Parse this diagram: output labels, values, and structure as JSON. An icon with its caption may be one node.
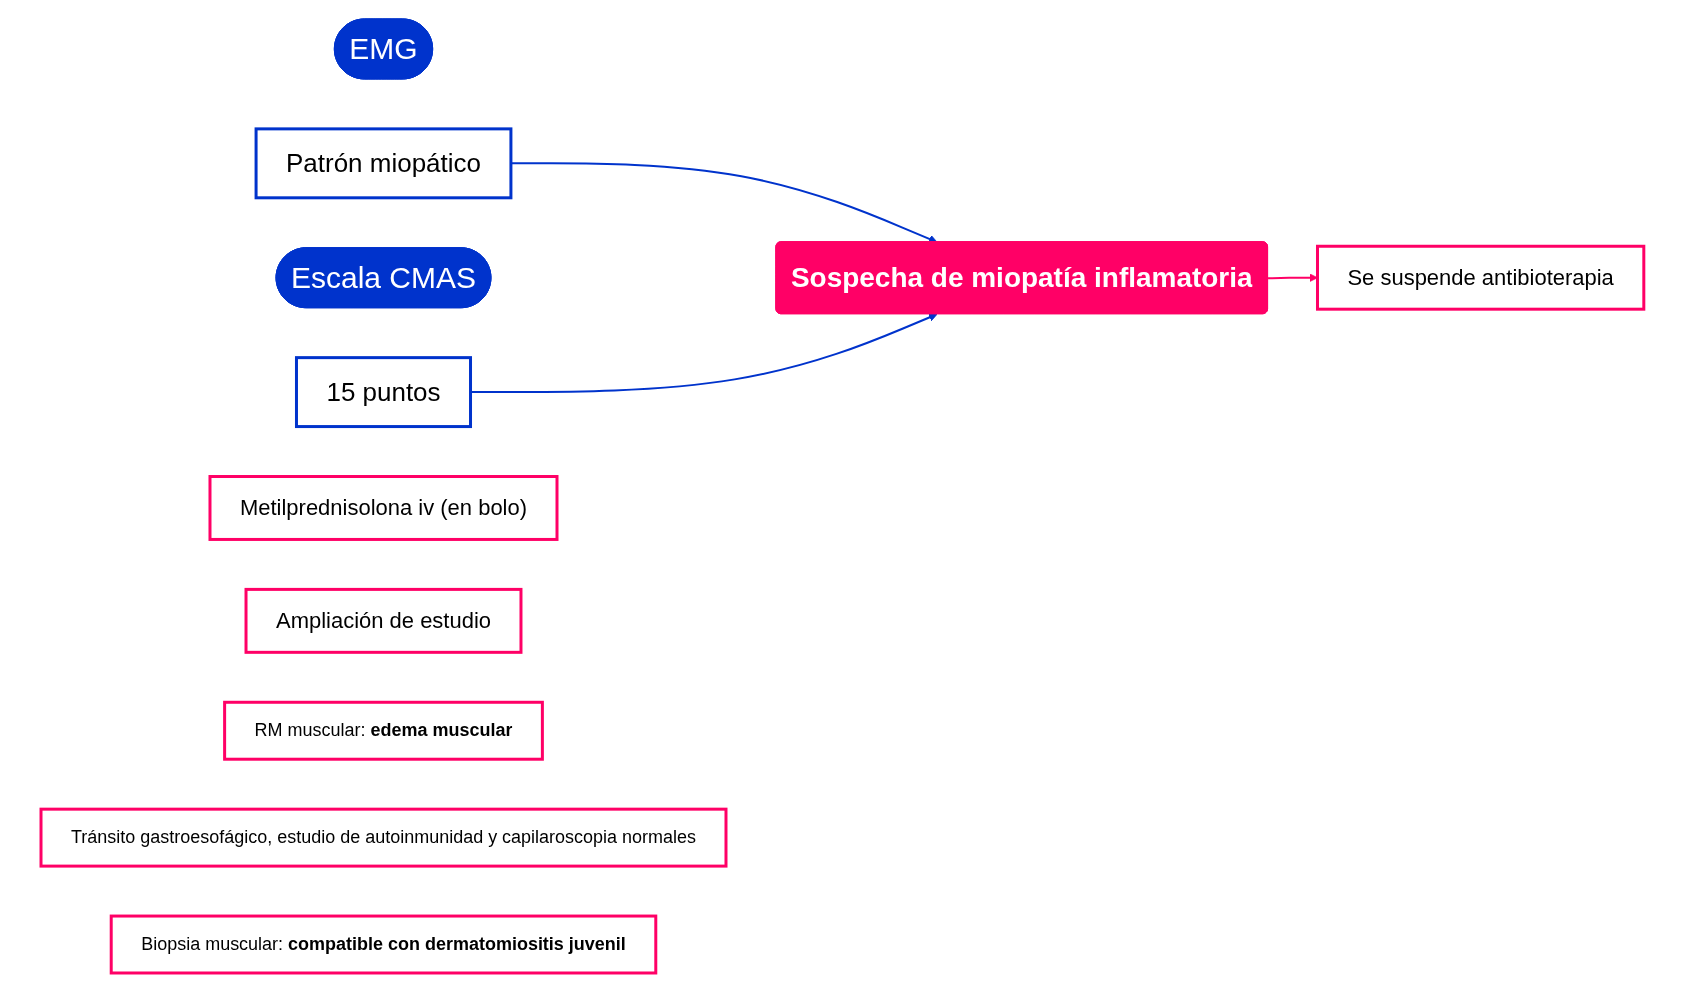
{
  "diagram": {
    "nodes": [
      {
        "text": [
          "EMG"
        ]
      },
      {
        "text": [
          "Patrón miopático"
        ]
      },
      {
        "text": [
          "Escala CMAS"
        ]
      },
      {
        "text": [
          "15 puntos"
        ]
      },
      {
        "text": [
          "Sospecha de miopatía inflamatoria"
        ]
      },
      {
        "text": [
          "Se suspende antibioterapia"
        ]
      },
      {
        "text": [
          "Metilprednisolona iv (en bolo)"
        ]
      },
      {
        "text": [
          "Ampliación de estudio"
        ]
      },
      {
        "text": [
          "RM muscular: **edema muscular**"
        ]
      },
      {
        "text": [
          "Tránsito gastroesofágico, estudio de autoinmunidad y capilaroscopia normales"
        ]
      },
      {
        "text": [
          "Biopsia muscular: **compatible con dermatomiositis juvenil**"
        ]
      }
    ],
    "edges": [
      {
        "from": 1,
        "to": 4,
        "arrow": "to"
      },
      {
        "from": 3,
        "to": 4,
        "arrow": "to"
      },
      {
        "from": 4,
        "to": 5,
        "arrow": "to",
        "color": "#ff0066"
      }
    ]
  }
}
